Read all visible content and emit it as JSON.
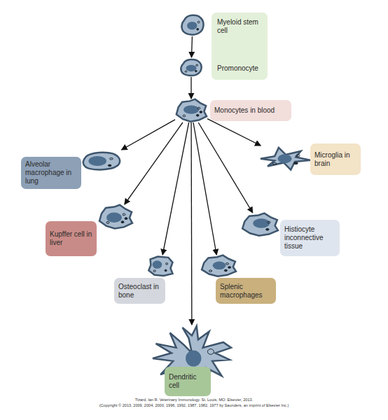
{
  "diagram": {
    "nodes": [
      {
        "text": [
          "Myeloid stem cell"
        ]
      },
      {
        "text": [
          "Promonocyte"
        ]
      },
      {
        "text": [
          "Monocytes in blood"
        ]
      },
      {
        "text": [
          "Alveolar macrophage in lung"
        ]
      },
      {
        "text": [
          "Microglia in brain"
        ]
      },
      {
        "text": [
          "Kupffer cell in liver"
        ]
      },
      {
        "text": [
          "Histiocyte inconnective tissue"
        ]
      },
      {
        "text": [
          "Osteoclast in bone"
        ]
      },
      {
        "text": [
          "Splenic macrophages"
        ]
      },
      {
        "text": [
          "Dendritic cell"
        ]
      }
    ],
    "edges": [
      {
        "from": 0,
        "to": 1,
        "arrow": "to"
      },
      {
        "from": 1,
        "to": 2,
        "arrow": "to"
      },
      {
        "from": 2,
        "to": 3,
        "arrow": "to"
      },
      {
        "from": 2,
        "to": 4,
        "arrow": "to"
      },
      {
        "from": 2,
        "to": 5,
        "arrow": "to"
      },
      {
        "from": 2,
        "to": 6,
        "arrow": "to"
      },
      {
        "from": 2,
        "to": 7,
        "arrow": "to"
      },
      {
        "from": 2,
        "to": 8,
        "arrow": "to"
      },
      {
        "from": 2,
        "to": 9,
        "arrow": "to"
      }
    ],
    "labels": [
      "Tizard, Ian R. Veterinary Immunology. St. Louis, MO: Elsevier, 2013.",
      "(Copyright © 2013, 2009, 2004, 2000, 1996, 1992, 1987, 1982, 1977 by Saunders, an imprint of Elsevier Inc.)"
    ]
  }
}
